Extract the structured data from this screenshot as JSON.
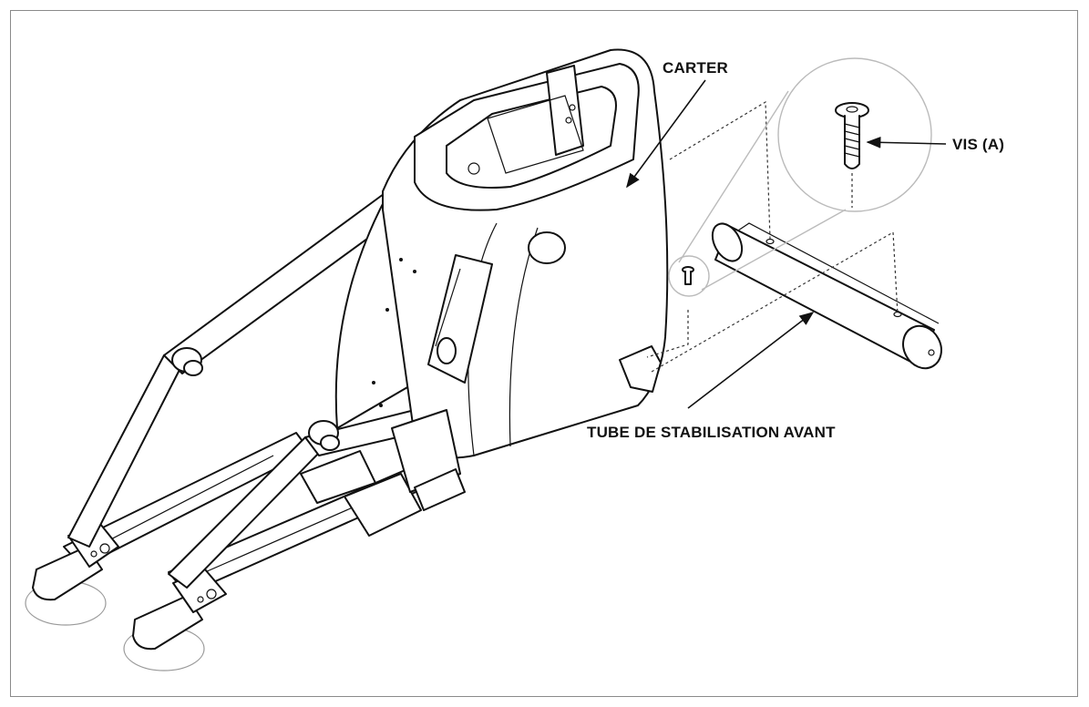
{
  "labels": {
    "carter": "CARTER",
    "screw": "VIS (A)",
    "front_tube": "TUBE DE STABILISATION AVANT"
  },
  "colors": {
    "line": "#111111",
    "frame": "#8a8a8a",
    "leader_grey": "#bbbbbb",
    "background": "#ffffff"
  },
  "icons": {
    "screw": "screw-icon",
    "arrow": "arrow-head-icon"
  }
}
